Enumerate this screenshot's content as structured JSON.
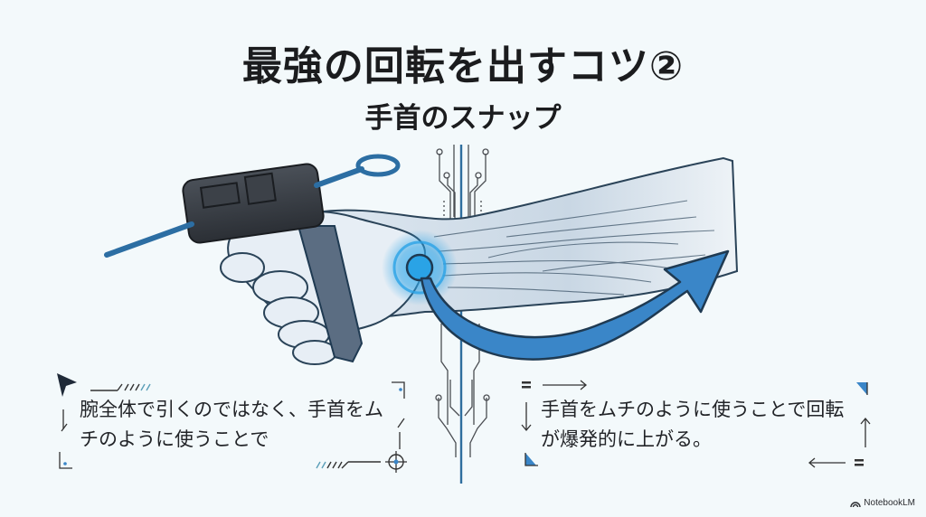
{
  "slide": {
    "title": "最強の回転を出すコツ②",
    "subtitle": "手首のスナップ",
    "captions": {
      "left": "腕全体で引くのではなく、手首をムチのように使うことで",
      "right": "手首をムチのように使うことで回転が爆発的に上がる。"
    },
    "illustration": {
      "subject": "hand gripping launcher with wrist snap",
      "highlight": "wrist-joint-glow",
      "arrow_direction": "upward-right curve"
    },
    "colors": {
      "background": "#f3f9fb",
      "accent_blue": "#3a86c8",
      "glow_blue": "#2aa3e6",
      "dark_outline": "#1f3a52",
      "text": "#1b1c1e"
    }
  },
  "watermark": {
    "label": "NotebookLM"
  }
}
